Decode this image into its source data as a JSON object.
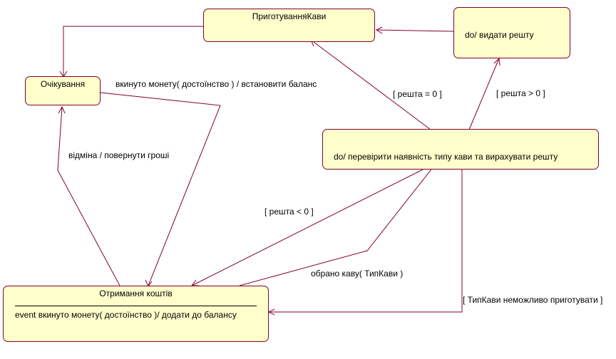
{
  "states": {
    "waiting": {
      "name": "Очікування"
    },
    "preparing": {
      "name": "ПриготуванняКави"
    },
    "give_change": {
      "activity": "do/ видати решту"
    },
    "checking": {
      "activity": "do/ перевірити наявність типу кави та вирахувати решту"
    },
    "receiving": {
      "name": "Отримання коштів",
      "internal": "event вкинуто монету( достоїнство )/ додати до балансу"
    }
  },
  "transitions": {
    "insert_coin": "вкинуто монету( достоїнство ) / встановити баланс",
    "cancel": "відміна / повернути гроші",
    "change_zero": "[ решта = 0 ]",
    "change_positive": "[ решта > 0 ]",
    "change_negative": "[ решта < 0 ]",
    "coffee_selected": "обрано каву( ТипКави )",
    "cannot_prepare": "[ ТипКави неможливо приготувати ]"
  },
  "colors": {
    "state_fill": "#ffffcc",
    "line": "#800033"
  }
}
